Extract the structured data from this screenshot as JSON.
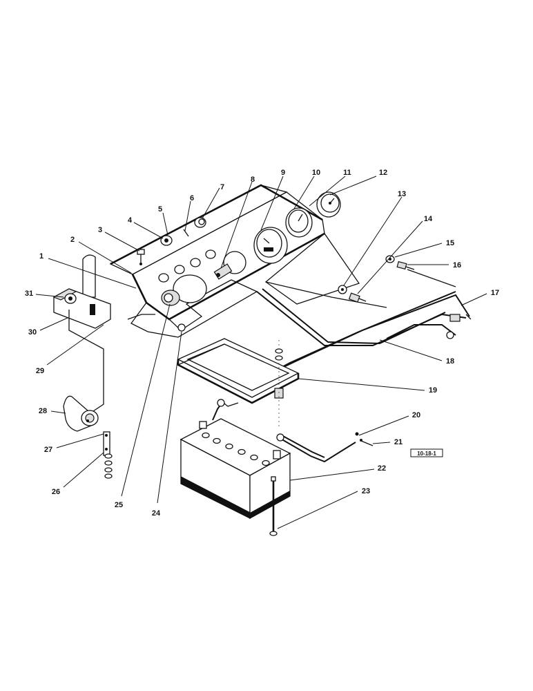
{
  "diagram": {
    "callouts": [
      "1",
      "2",
      "3",
      "4",
      "5",
      "6",
      "7",
      "8",
      "9",
      "10",
      "11",
      "12",
      "13",
      "14",
      "15",
      "16",
      "17",
      "18",
      "19",
      "20",
      "21",
      "22",
      "23",
      "24",
      "25",
      "26",
      "27",
      "28",
      "29",
      "30",
      "31"
    ],
    "figure_code": "10-18-1"
  }
}
